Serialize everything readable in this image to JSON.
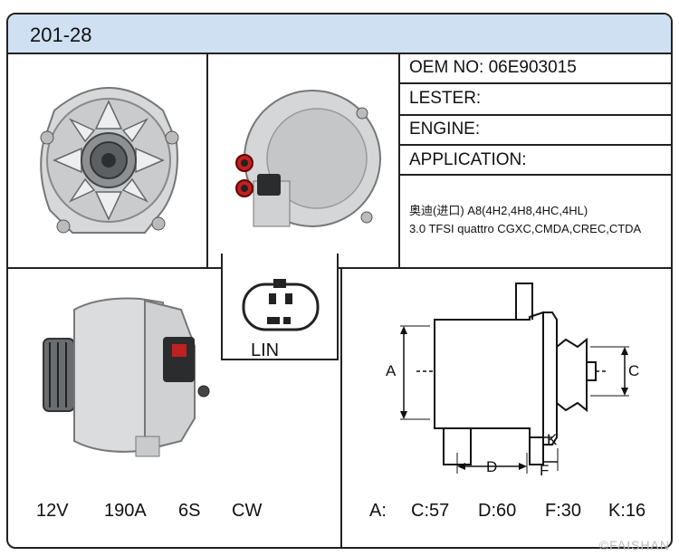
{
  "title": "201-28",
  "fields": {
    "oem": "OEM NO: 06E903015",
    "lester": "LESTER:",
    "engine": "ENGINE:",
    "application": "APPLICATION:"
  },
  "application_lines": [
    "奥迪(进口) A8(4H2,4H8,4HC,4HL)",
    "3.0 TFSI quattro CGXC,CMDA,CREC,CTDA"
  ],
  "connector_label": "LIN",
  "specs_left": {
    "voltage": "12V",
    "amperage": "190A",
    "pulley": "6S",
    "rotation": "CW"
  },
  "specs_right": {
    "a": "A:",
    "c": "C:57",
    "d": "D:60",
    "f": "F:30",
    "k": "K:16"
  },
  "diagram_labels": {
    "a": "A",
    "c": "C",
    "d": "D",
    "f": "F",
    "k": "K"
  },
  "watermark": "©FAISHAN"
}
